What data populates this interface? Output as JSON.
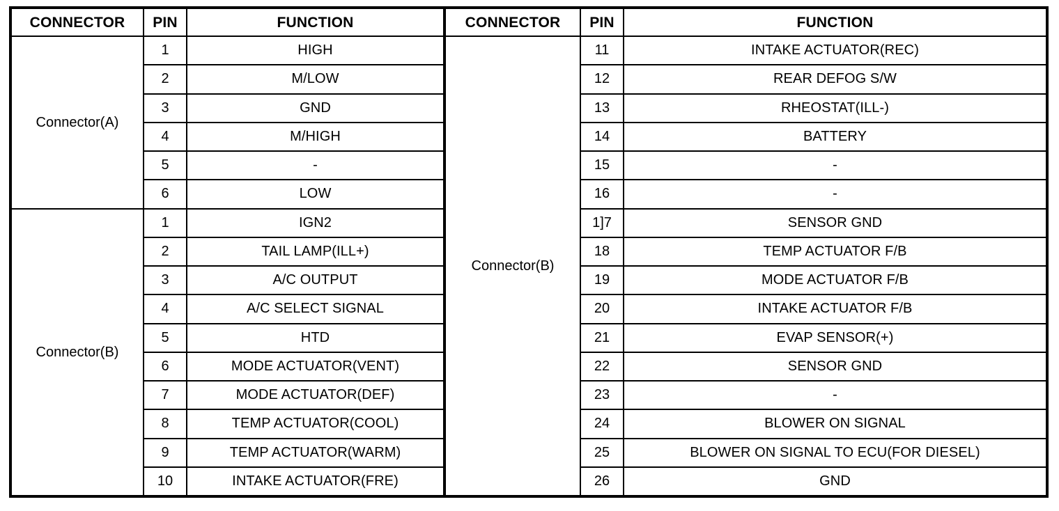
{
  "document": {
    "type": "connector-pin-function-table",
    "background_color": "#ffffff",
    "line_color": "#000000",
    "text_color": "#000000"
  },
  "left_table": {
    "headers": {
      "connector": "CONNECTOR",
      "pin": "PIN",
      "function": "FUNCTION"
    },
    "groups": [
      {
        "connector": "Connector(A)",
        "rows": [
          {
            "pin": "1",
            "function": "HIGH"
          },
          {
            "pin": "2",
            "function": "M/LOW"
          },
          {
            "pin": "3",
            "function": "GND"
          },
          {
            "pin": "4",
            "function": "M/HIGH"
          },
          {
            "pin": "5",
            "function": "-"
          },
          {
            "pin": "6",
            "function": "LOW"
          }
        ]
      },
      {
        "connector": "Connector(B)",
        "rows": [
          {
            "pin": "1",
            "function": "IGN2"
          },
          {
            "pin": "2",
            "function": "TAIL LAMP(ILL+)"
          },
          {
            "pin": "3",
            "function": "A/C OUTPUT"
          },
          {
            "pin": "4",
            "function": "A/C SELECT SIGNAL"
          },
          {
            "pin": "5",
            "function": "HTD"
          },
          {
            "pin": "6",
            "function": "MODE ACTUATOR(VENT)"
          },
          {
            "pin": "7",
            "function": "MODE ACTUATOR(DEF)"
          },
          {
            "pin": "8",
            "function": "TEMP ACTUATOR(COOL)"
          },
          {
            "pin": "9",
            "function": "TEMP ACTUATOR(WARM)"
          },
          {
            "pin": "10",
            "function": "INTAKE ACTUATOR(FRE)"
          }
        ]
      }
    ]
  },
  "right_table": {
    "headers": {
      "connector": "CONNECTOR",
      "pin": "PIN",
      "function": "FUNCTION"
    },
    "groups": [
      {
        "connector": "Connector(B)",
        "rows": [
          {
            "pin": "11",
            "function": "INTAKE ACTUATOR(REC)"
          },
          {
            "pin": "12",
            "function": "REAR DEFOG S/W"
          },
          {
            "pin": "13",
            "function": "RHEOSTAT(ILL-)"
          },
          {
            "pin": "14",
            "function": "BATTERY"
          },
          {
            "pin": "15",
            "function": "-"
          },
          {
            "pin": "16",
            "function": "-"
          },
          {
            "pin": "1]7",
            "function": "SENSOR GND"
          },
          {
            "pin": "18",
            "function": "TEMP ACTUATOR F/B"
          },
          {
            "pin": "19",
            "function": "MODE ACTUATOR F/B"
          },
          {
            "pin": "20",
            "function": "INTAKE ACTUATOR F/B"
          },
          {
            "pin": "21",
            "function": "EVAP SENSOR(+)"
          },
          {
            "pin": "22",
            "function": "SENSOR GND"
          },
          {
            "pin": "23",
            "function": "-"
          },
          {
            "pin": "24",
            "function": "BLOWER ON SIGNAL"
          },
          {
            "pin": "25",
            "function": "BLOWER ON SIGNAL TO ECU(FOR DIESEL)"
          },
          {
            "pin": "26",
            "function": "GND"
          }
        ]
      }
    ]
  }
}
